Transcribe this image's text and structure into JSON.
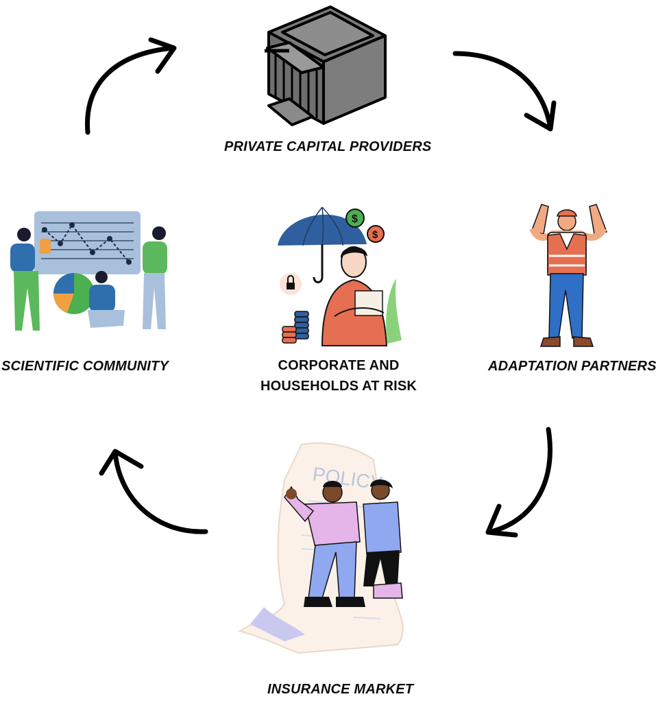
{
  "nodes": {
    "top": {
      "label": "PRIVATE CAPITAL PROVIDERS",
      "icon": "bank-building-icon"
    },
    "right": {
      "label": "ADAPTATION PARTNERS",
      "icon": "worker-in-safety-vest-icon"
    },
    "bottom": {
      "label": "INSURANCE MARKET",
      "icon": "policy-document-people-icon"
    },
    "left": {
      "label": "SCIENTIFIC COMMUNITY",
      "icon": "scientists-with-chart-icon"
    },
    "center": {
      "line1": "CORPORATE AND",
      "line2": "HOUSEHOLDS AT RISK",
      "icon": "umbrella-person-icon"
    }
  },
  "policy_sign": "POLICY",
  "colors": {
    "arrow": "#000000",
    "umbrella": "#2f5f9e",
    "shirt": "#e76f51",
    "green": "#4caf50",
    "gray": "#8a8a8a"
  }
}
